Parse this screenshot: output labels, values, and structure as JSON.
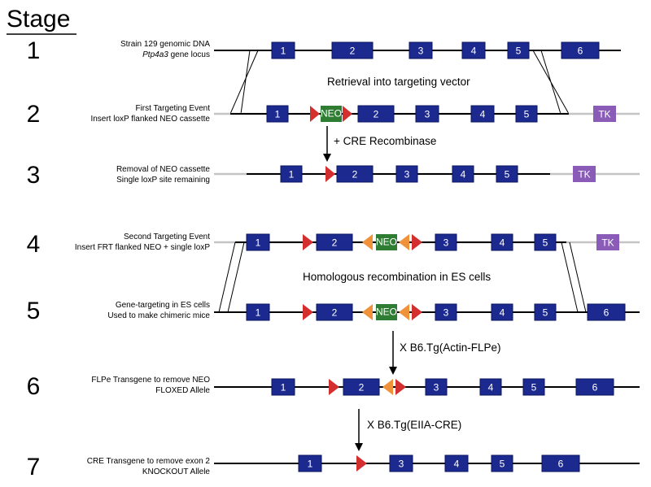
{
  "header": {
    "title": "Stage"
  },
  "colors": {
    "exon": "#1c2a8f",
    "exon_border": "#0b1660",
    "neo": "#2f7d32",
    "tk": "#8a5cb8",
    "loxp": "#d32f2f",
    "frt": "#f0923a",
    "line_dark": "#000000",
    "line_light": "#c4c4c4"
  },
  "stages": [
    {
      "number": "1",
      "line1": "Strain 129 genomic DNA",
      "line2_italic": "Ptp4a3",
      "line2_rest": " gene locus",
      "exons": [
        "1",
        "2",
        "3",
        "4",
        "5",
        "6"
      ],
      "tk": ""
    },
    {
      "number": "2",
      "line1": "First Targeting Event",
      "line2": "Insert loxP flanked NEO cassette",
      "exons": [
        "1",
        "2",
        "3",
        "4",
        "5"
      ],
      "neo": "NEO",
      "tk": "TK"
    },
    {
      "number": "3",
      "line1": "Removal of NEO cassette",
      "line2": "Single loxP site remaining",
      "exons": [
        "1",
        "2",
        "3",
        "4",
        "5"
      ],
      "tk": "TK"
    },
    {
      "number": "4",
      "line1": "Second Targeting Event",
      "line2": "Insert FRT flanked NEO + single loxP",
      "exons": [
        "1",
        "2",
        "3",
        "4",
        "5"
      ],
      "neo": "NEO",
      "tk": "TK"
    },
    {
      "number": "5",
      "line1": "Gene-targeting in ES cells",
      "line2": "Used to make chimeric mice",
      "exons": [
        "1",
        "2",
        "3",
        "4",
        "5",
        "6"
      ],
      "neo": "NEO"
    },
    {
      "number": "6",
      "line1": "FLPe Transgene to remove NEO",
      "line2": "FLOXED Allele",
      "exons": [
        "1",
        "2",
        "3",
        "4",
        "5",
        "6"
      ]
    },
    {
      "number": "7",
      "line1": "CRE Transgene to remove exon 2",
      "line2": "KNOCKOUT Allele",
      "exons": [
        "1",
        "3",
        "4",
        "5",
        "6"
      ]
    }
  ],
  "annotations": {
    "retrieval": "Retrieval into targeting vector",
    "cre": "+ CRE Recombinase",
    "homologous": "Homologous recombination in ES cells",
    "flpe": "X B6.Tg(Actin-FLPe)",
    "eiia": "X B6.Tg(EIIA-CRE)"
  }
}
